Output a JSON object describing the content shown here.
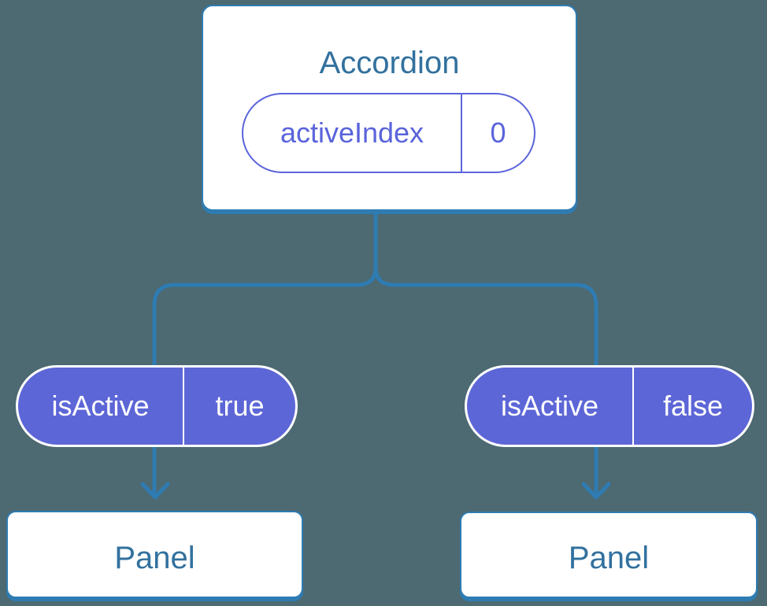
{
  "diagram": {
    "description": "React component tree: Accordion with state passing isActive props to two Panels",
    "colors": {
      "background": "#4d6972",
      "connector_line": "#2e7cb2",
      "component_title": "#32719e",
      "prop_pill_fill": "#5d66d6",
      "state_pill_outline": "#5a64db",
      "card_fill": "#ffffff"
    },
    "root": {
      "title": "Accordion",
      "state": {
        "name": "activeIndex",
        "value": "0"
      }
    },
    "props": [
      {
        "name": "isActive",
        "value": "true"
      },
      {
        "name": "isActive",
        "value": "false"
      }
    ],
    "children": [
      {
        "title": "Panel"
      },
      {
        "title": "Panel"
      }
    ]
  }
}
